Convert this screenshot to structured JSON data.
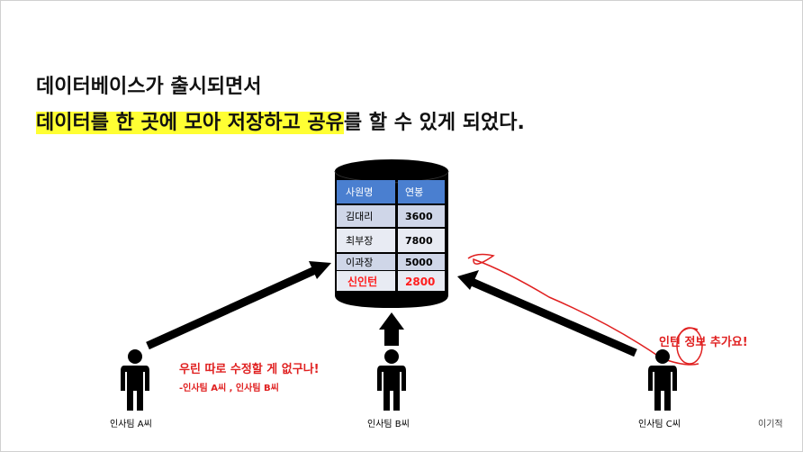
{
  "slide": {
    "title_line1": "데이터베이스가 출시되면서",
    "title_line2_highlight": "데이터를 한 곳에 모아 저장하고 공유",
    "title_line2_rest": "를 할 수 있게 되었다.",
    "highlight_color": "#ffff33",
    "watermark": "이기적"
  },
  "database_table": {
    "headers": [
      "사원명",
      "연봉"
    ],
    "rows": [
      {
        "name": "김대리",
        "salary": "3600"
      },
      {
        "name": "최부장",
        "salary": "7800"
      },
      {
        "name": "이과장",
        "salary": "5000"
      },
      {
        "name": "신인턴",
        "salary": "2800"
      }
    ],
    "header_color": "#4a7fd0",
    "new_row_color": "#ff1e1e"
  },
  "people": [
    {
      "label": "인사팀 A씨"
    },
    {
      "label": "인사팀 B씨"
    },
    {
      "label": "인사팀 C씨"
    }
  ],
  "speech": {
    "ab_quote": "우린 따로 수정할 게 없구나!",
    "ab_attribution": "-인사팀 A씨 , 인사팀 B씨",
    "c_quote": "인턴 정보 추가요!",
    "color": "#e02020"
  }
}
